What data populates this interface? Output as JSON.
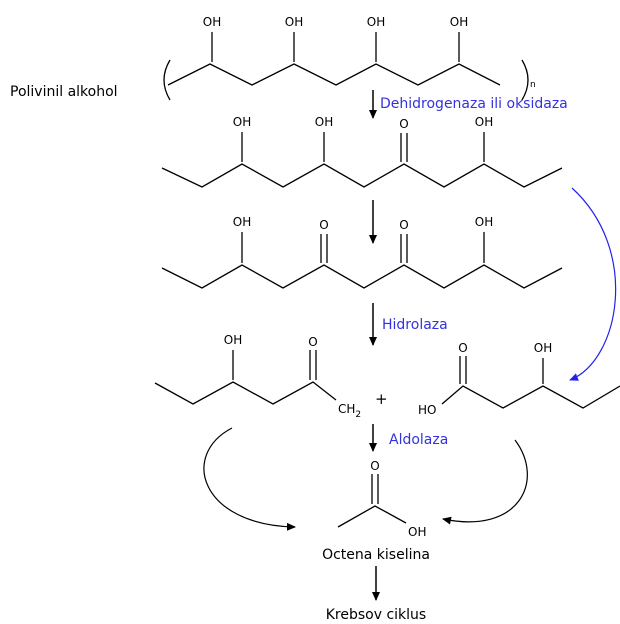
{
  "colors": {
    "bond": "#000000",
    "enzyme": "#3333dd",
    "side_arrow": "#2222ee"
  },
  "atoms": {
    "hydroxyl": "OH",
    "oxygen": "O",
    "carbon": "C",
    "hydrogen": "H",
    "subscript_2": "2",
    "carbon_group": "CH",
    "repeat_index": "n"
  },
  "labels": {
    "polymer": "Polivinil alkohol",
    "product": "Octena kiselina",
    "cycle": "Krebsov ciklus",
    "plus": "+"
  },
  "enzymes": {
    "step1": "Dehidrogenaza ili oksidaza",
    "step3": "Hidrolaza",
    "step4": "Aldolaza"
  }
}
